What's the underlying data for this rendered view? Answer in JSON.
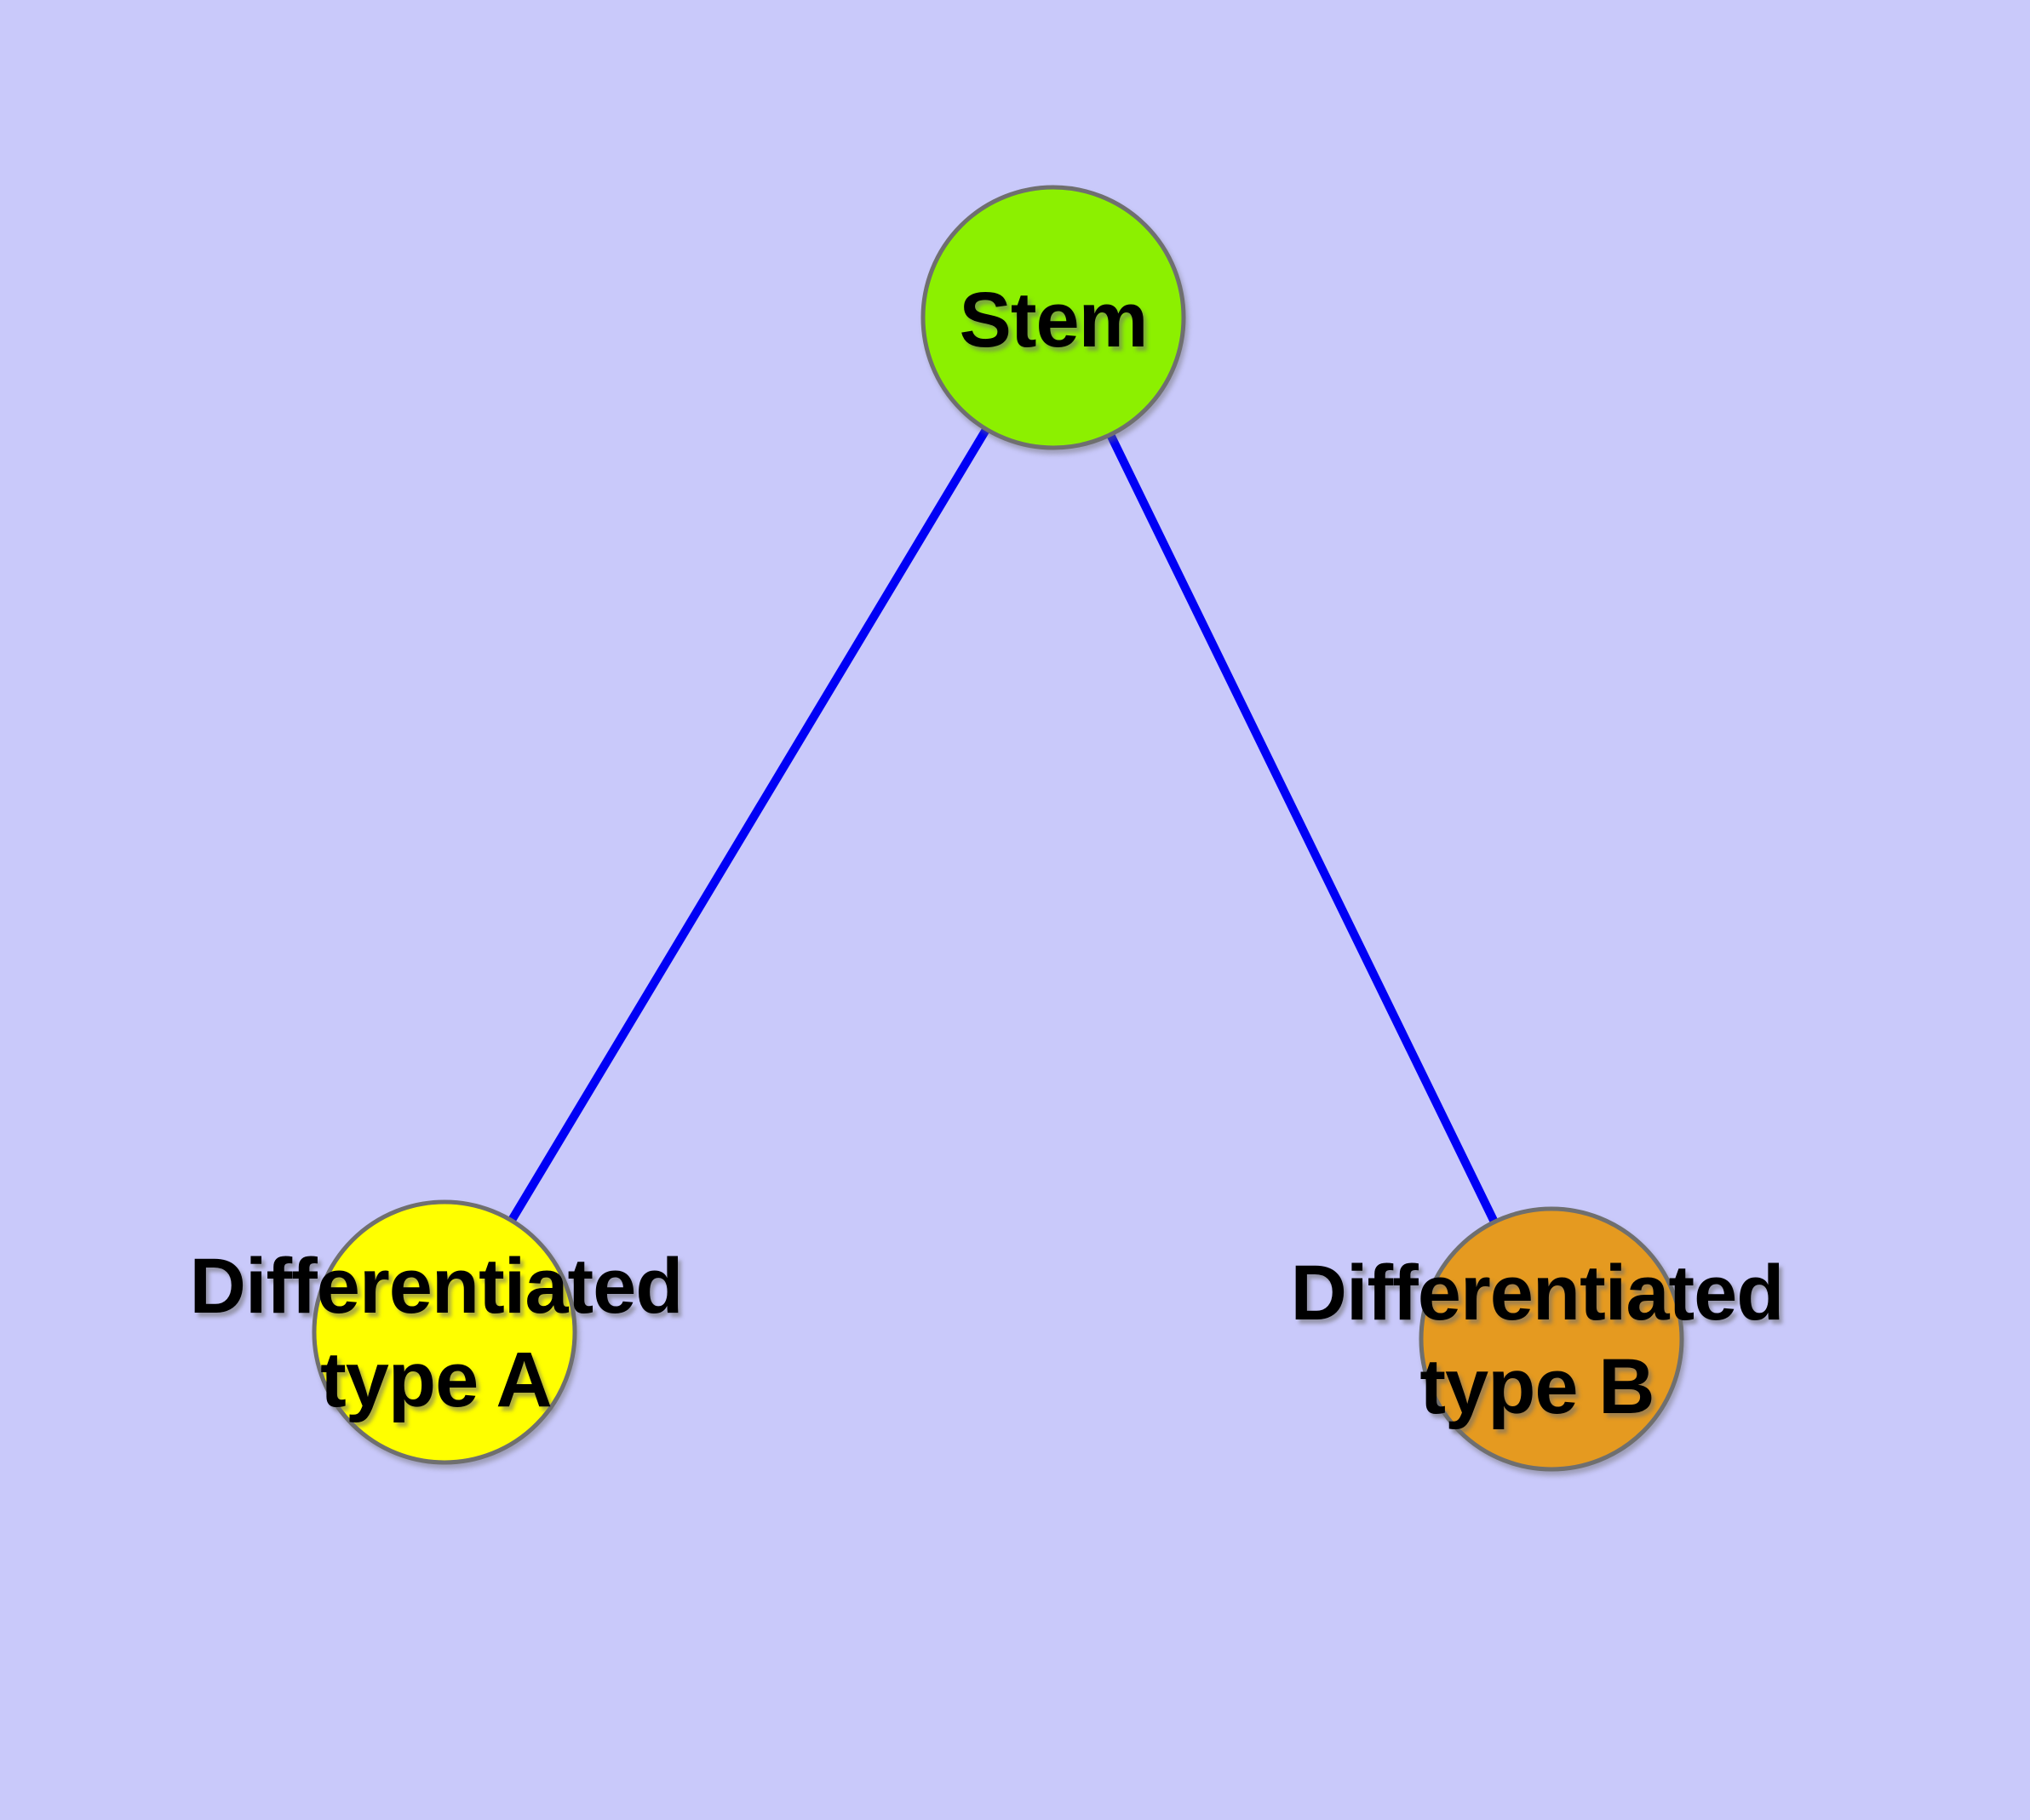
{
  "palette": {
    "background": "#C9C9FA",
    "edge_blue": "#0000F5",
    "node_border_gray": "#6F6F6F",
    "label_text": "#000000"
  },
  "graph": {
    "nodes": {
      "stem": {
        "label": "Stem",
        "color": "#8CF000"
      },
      "typeA": {
        "label": "Differentiated type A",
        "label_line1": "Differentiated",
        "label_line2": "type A",
        "color": "#FFFF00"
      },
      "typeB": {
        "label": "Differentiated type B",
        "label_line1": "Differentiated",
        "label_line2": "type B",
        "color": "#E59A20"
      }
    },
    "edges": {
      "color": "#0000F5",
      "items": [
        {
          "from": "Stem",
          "to": "Differentiated type A"
        },
        {
          "from": "Stem",
          "to": "Differentiated type B"
        }
      ]
    }
  }
}
